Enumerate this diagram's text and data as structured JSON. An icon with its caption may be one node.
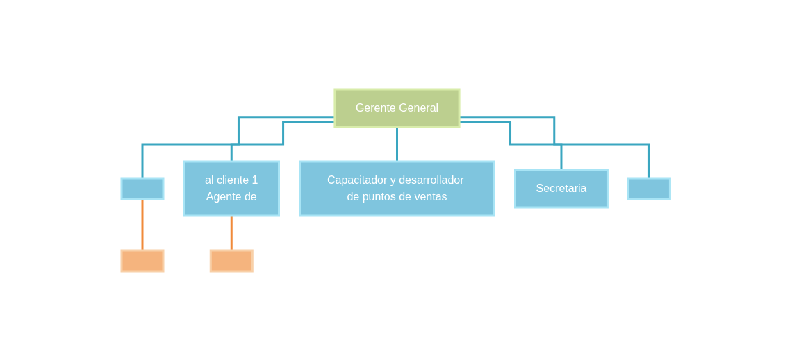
{
  "diagram": {
    "nodes": [
      {
        "text": [
          "Gerente General"
        ]
      },
      {
        "text": [],
        "shape": "box"
      },
      {
        "text": [
          "al cliente 1",
          "Agente de"
        ]
      },
      {
        "text": [
          "Capacitador y desarrollador de puntos de ventas"
        ]
      },
      {
        "text": [
          "Secretaria"
        ]
      },
      {
        "text": [],
        "shape": "box"
      },
      {
        "text": [],
        "shape": "box"
      },
      {
        "text": [],
        "shape": "box"
      }
    ],
    "edges": [
      {
        "from": 0,
        "to": 1,
        "arrow": "none"
      },
      {
        "from": 0,
        "to": 2,
        "arrow": "none"
      },
      {
        "from": 0,
        "to": 3,
        "arrow": "none"
      },
      {
        "from": 0,
        "to": 4,
        "arrow": "none"
      },
      {
        "from": 0,
        "to": 5,
        "arrow": "none"
      },
      {
        "from": 1,
        "to": 6,
        "arrow": "none",
        "color": "#f08a3a"
      },
      {
        "from": 2,
        "to": 7,
        "arrow": "none",
        "color": "#f08a3a"
      }
    ]
  }
}
